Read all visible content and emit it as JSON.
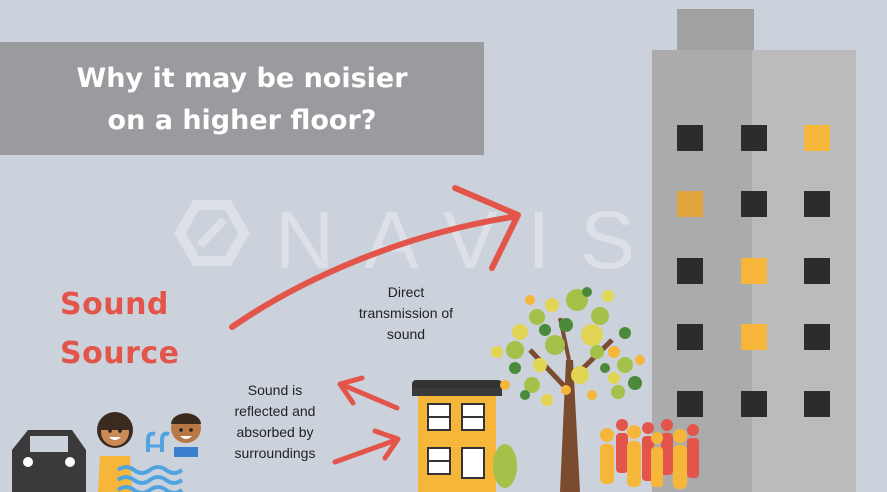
{
  "title": {
    "line1": "Why it may be noisier",
    "line2": "on a higher floor?"
  },
  "watermark": "NAVIS",
  "sound_source": {
    "line1": "Sound",
    "line2": "Source"
  },
  "direct_caption": {
    "line1": "Direct",
    "line2": "transmission of",
    "line3": "sound"
  },
  "reflected_caption": {
    "line1": "Sound is",
    "line2": "reflected and",
    "line3": "absorbed by",
    "line4": "surroundings"
  },
  "colors": {
    "background": "#cbd2db",
    "title_box": "#9a9b9f",
    "arrow": "#e3554a",
    "window_lit": "#f6b63a",
    "window_dark": "#2c2c2c",
    "house": "#f6b63a"
  }
}
